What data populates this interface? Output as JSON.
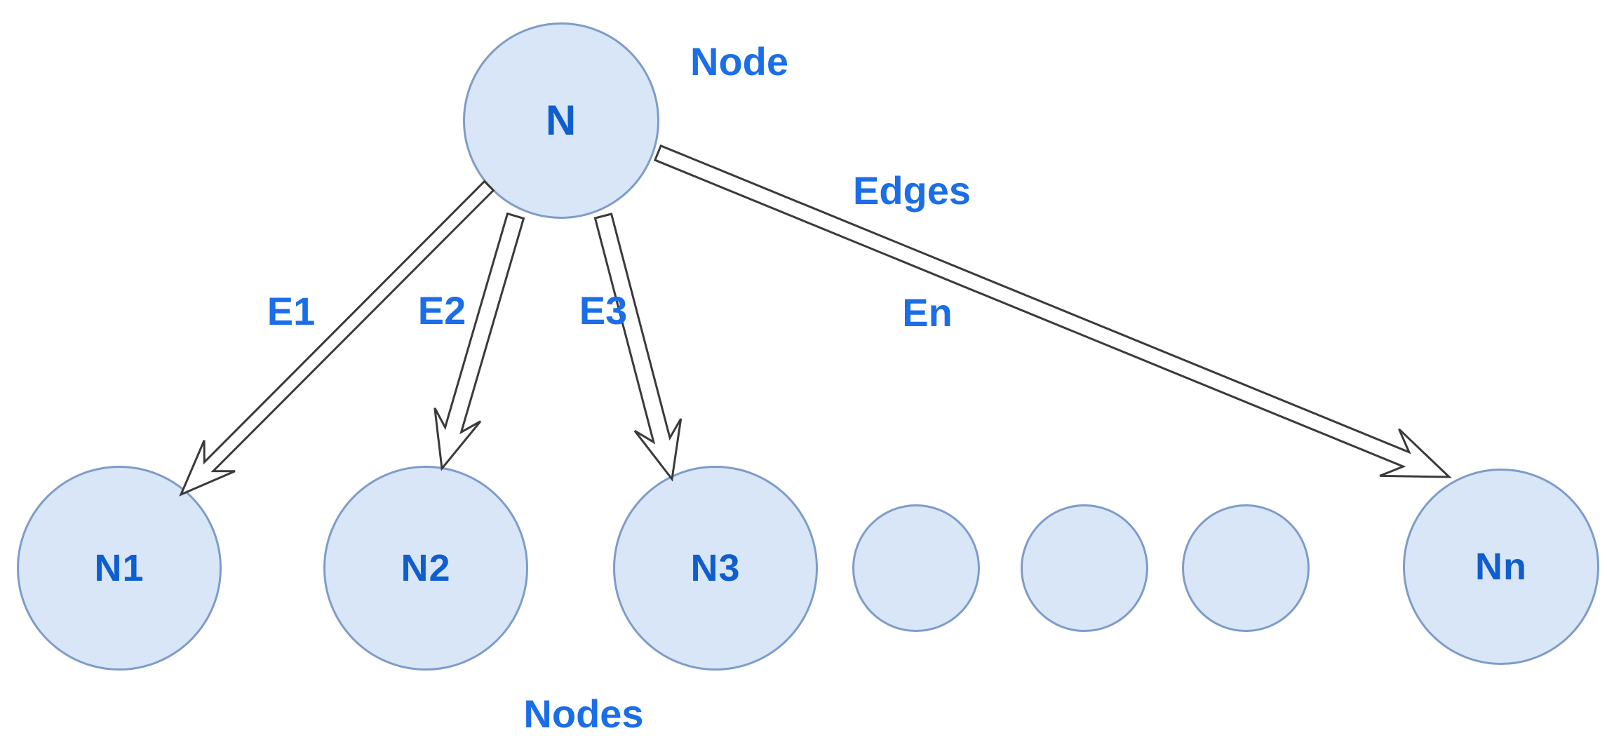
{
  "diagram": {
    "annotations": {
      "node": "Node",
      "edges": "Edges",
      "nodes": "Nodes",
      "e1": "E1",
      "e2": "E2",
      "e3": "E3",
      "en": "En"
    },
    "nodes": {
      "root": {
        "label": "N"
      },
      "children": [
        {
          "label": "N1"
        },
        {
          "label": "N2"
        },
        {
          "label": "N3"
        },
        {
          "label": ""
        },
        {
          "label": ""
        },
        {
          "label": ""
        },
        {
          "label": "Nn"
        }
      ]
    },
    "edges": [
      {
        "label": "E1",
        "from": "N",
        "to": "N1"
      },
      {
        "label": "E2",
        "from": "N",
        "to": "N2"
      },
      {
        "label": "E3",
        "from": "N",
        "to": "N3"
      },
      {
        "label": "En",
        "from": "N",
        "to": "Nn"
      }
    ],
    "colors": {
      "background": "#ffffff",
      "node_fill": "#d9e6f7",
      "node_border": "#7e9cc9",
      "node_text": "#0f5ecf",
      "label_blue": "#1b6ee8",
      "arrow_stroke": "#3a3a3a",
      "arrow_fill": "#ffffff"
    }
  }
}
